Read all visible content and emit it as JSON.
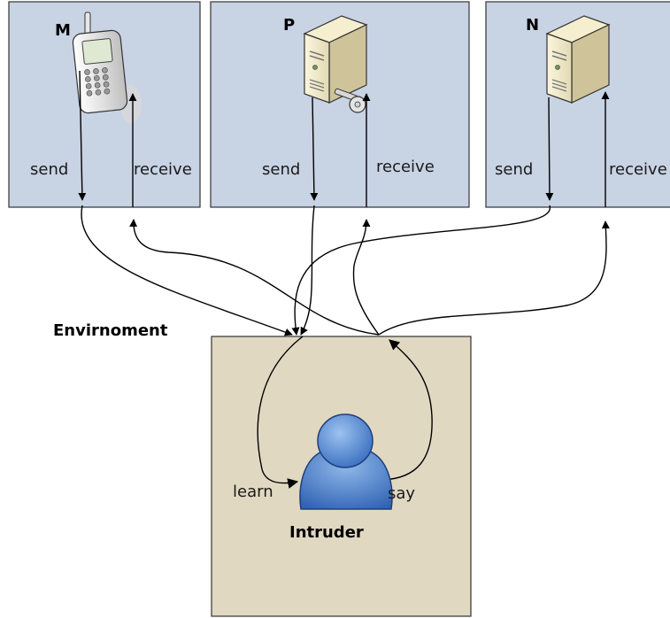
{
  "participants": [
    {
      "id": "m",
      "name": "M",
      "icon": "mobile-phone-icon",
      "send": "send",
      "receive": "receive"
    },
    {
      "id": "p",
      "name": "P",
      "icon": "server-with-key-icon",
      "send": "send",
      "receive": "receive"
    },
    {
      "id": "n",
      "name": "N",
      "icon": "server-icon",
      "send": "send",
      "receive": "receive"
    }
  ],
  "environment_label": "Envirnoment",
  "intruder": {
    "name": "Intruder",
    "learn": "learn",
    "say": "say",
    "icon": "person-icon",
    "color": "#3f76c9"
  },
  "colors": {
    "panel_fill": "#c8d3e4",
    "intruder_fill": "#e1d8c2",
    "line": "#000000"
  }
}
